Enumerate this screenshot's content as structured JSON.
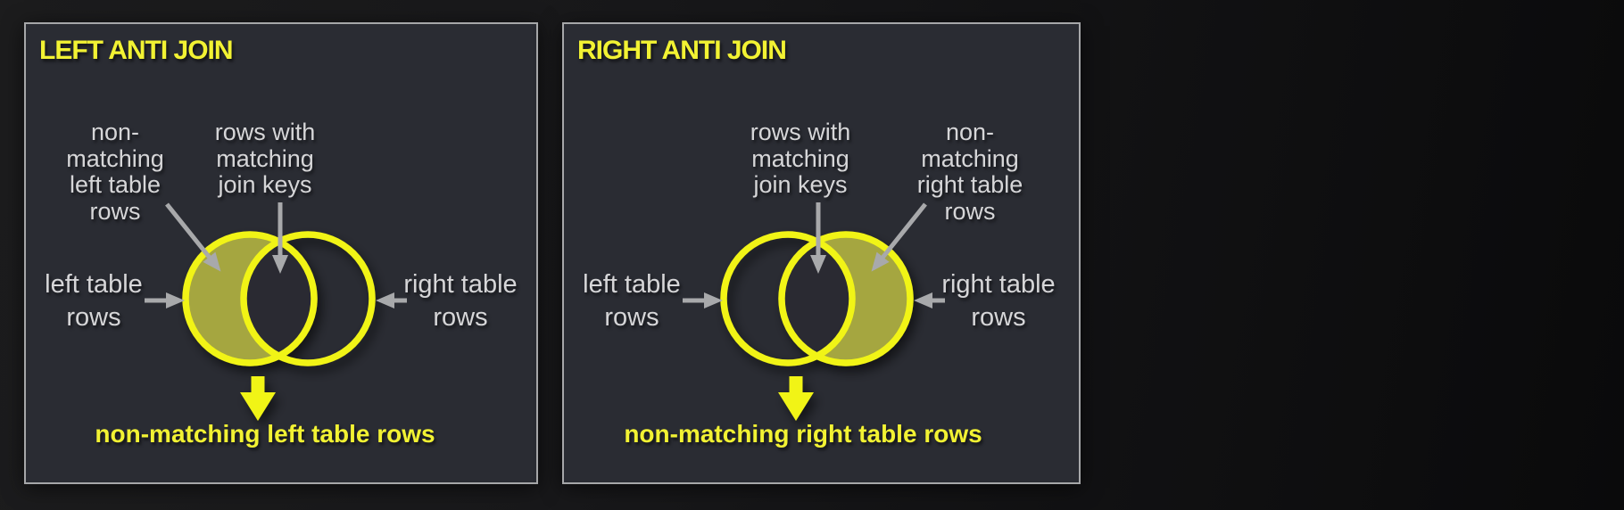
{
  "colors": {
    "panel_bg": "#2a2c33",
    "panel_border": "#a6a7a9",
    "yellow_text": "#f2f233",
    "yellow_shape": "#f1f415",
    "olive_fill": "#a5a640",
    "label_gray": "#d6d6d8",
    "arrow_gray": "#a8a9ab"
  },
  "panels": [
    {
      "title": "LEFT ANTI JOIN",
      "highlighted_region": "left circle excluding intersection",
      "labels": {
        "non_matching": {
          "lines": [
            "non-",
            "matching",
            "left table",
            "rows"
          ]
        },
        "matching": {
          "lines": [
            "rows with",
            "matching",
            "join keys"
          ]
        },
        "left_table": {
          "lines": [
            "left table",
            "rows"
          ]
        },
        "right_table": {
          "lines": [
            "right table",
            "rows"
          ]
        }
      },
      "result": "non-matching left table rows"
    },
    {
      "title": "RIGHT ANTI JOIN",
      "highlighted_region": "right circle excluding intersection",
      "labels": {
        "matching": {
          "lines": [
            "rows with",
            "matching",
            "join keys"
          ]
        },
        "non_matching": {
          "lines": [
            "non-",
            "matching",
            "right table",
            "rows"
          ]
        },
        "left_table": {
          "lines": [
            "left table",
            "rows"
          ]
        },
        "right_table": {
          "lines": [
            "right table",
            "rows"
          ]
        }
      },
      "result": "non-matching right table rows"
    }
  ]
}
